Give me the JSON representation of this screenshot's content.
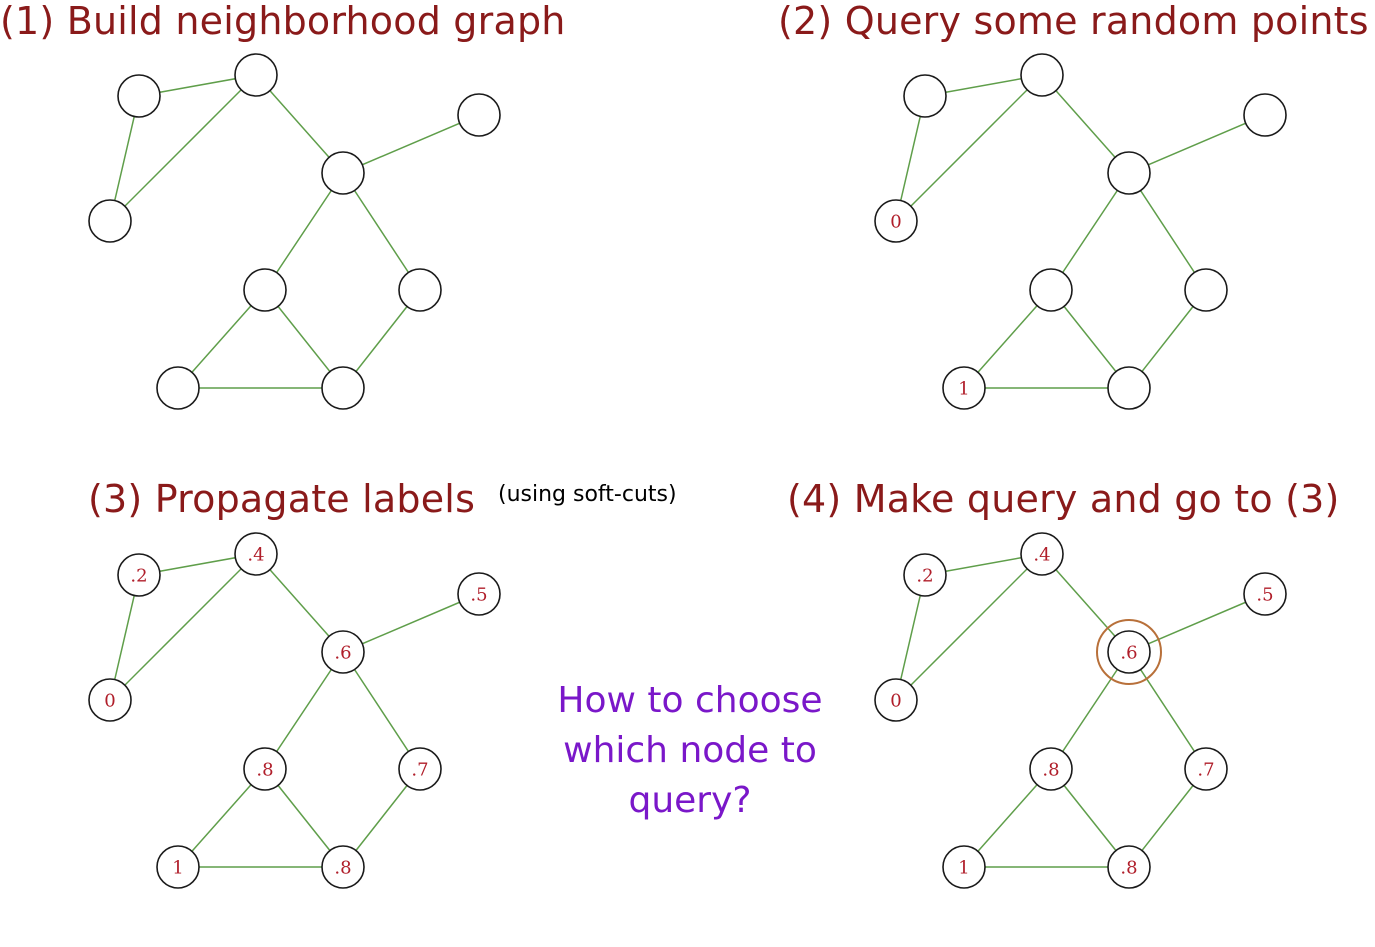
{
  "panels": [
    {
      "title": "(1) Build neighborhood graph",
      "labels": [
        "",
        "",
        "",
        "",
        "",
        "",
        "",
        "",
        "",
        ""
      ],
      "highlight": null
    },
    {
      "title": "(2) Query some random points",
      "labels": [
        "",
        "",
        "0",
        "",
        "",
        "",
        "",
        "1",
        "",
        ""
      ],
      "highlight": null
    },
    {
      "title": "(3) Propagate labels",
      "subtitle": "(using soft-cuts)",
      "labels": [
        ".2",
        ".4",
        "0",
        ".5",
        ".6",
        ".8",
        ".7",
        "1",
        ".8"
      ],
      "highlight": null
    },
    {
      "title": "(4) Make query and go to (3)",
      "labels": [
        ".2",
        ".4",
        "0",
        ".5",
        ".6",
        ".8",
        ".7",
        "1",
        ".8"
      ],
      "highlight": 4
    }
  ],
  "callout": {
    "line1": "How to choose",
    "line2": "which node to",
    "line3": "query?"
  },
  "colors": {
    "title": "#8a1a1a",
    "edge": "#5f9e4a",
    "node_label": "#b01e2a",
    "callout": "#7a17c9",
    "highlight_ring": "#b8703a"
  }
}
